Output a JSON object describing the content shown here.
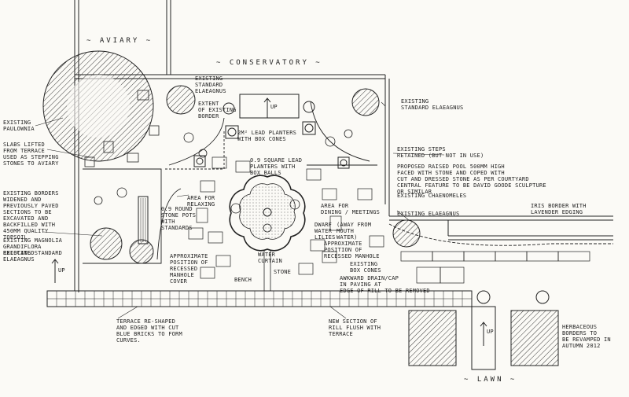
{
  "titles": {
    "aviary": "~ AVIARY ~",
    "conservatory": "~ CONSERVATORY ~",
    "lawn": "~ LAWN ~"
  },
  "labels": {
    "paulownia": "EXISTING\nPAULOWNIA",
    "slabs": "SLABS LIFTED\nFROM TERRACE\nUSED AS STEPPING\nSTONES TO AVIARY",
    "borders": "EXISTING BORDERS\nWIDENED AND\nPREVIOUSLY PAVED\nSECTIONS TO BE\nEXCAVATED AND\nBACKFILLED WITH\n450mm QUALITY\nTOPSOIL",
    "magnolia": "EXISTING MAGNOLIA\nGRANDIFLORA\nRELOCATED",
    "std_elaeagnus_left": "EXISTING STANDARD\nELAEAGNUS",
    "std_elaeagnus_top": "EXISTING\nSTANDARD\nELAEAGNUS",
    "extent_border": "EXTENT\nOF EXISTING\nBORDER",
    "lead_planters": "2m² LEAD PLANTERS\nWITH BOX CONES",
    "square_planters": "0.9 SQUARE LEAD\nPLANTERS WITH\nBOX BALLS",
    "area_relaxing": "AREA FOR\nRELAXING",
    "round_pots": "0.9 ROUND\nSTONE POTS\nWITH\nSTANDARDS",
    "manhole": "APPROXIMATE\nPOSITION OF\nRECESSED\nMANHOLE\nCOVER",
    "bench": "BENCH",
    "water_curtain": "WATER\nCURTAIN",
    "stone": "STONE",
    "area_dining": "AREA FOR\nDINING / MEETINGS",
    "dwarf_lilies": "DWARF\nWATER\nLILIES",
    "away_mouth": "(AWAY FROM\nMOUTH\nWATER)",
    "manhole_right": "APPROXIMATE\nPOSITION OF\nRECESSED MANHOLE",
    "box_cones": "EXISTING\nBOX CONES",
    "std_elaeagnus_right": "EXISTING\nSTANDARD ELAEAGNUS",
    "existing_steps": "EXISTING STEPS\nRETAINED (BUT NOT IN USE)",
    "raised_pool": "PROPOSED RAISED POOL 500mm HIGH\nFACED WITH STONE AND COPED WITH\nCUT AND DRESSED STONE AS PER COURTYARD\nCENTRAL FEATURE TO BE DAVID GOODE SCULPTURE\nOR SIMILAR",
    "chaenomeles": "EXISTING CHAENOMELES",
    "elaeagnus_mid": "EXISTING ELAEAGNUS",
    "iris_border": "IRIS BORDER WITH\nLAVENDER EDGING",
    "awkward_drain": "AWKWARD DRAIN/CAP\nIN PAVING AT\nEDGE OF RILL TO BE REMOVED",
    "terrace_reshaped": "TERRACE RE-SHAPED\nAND EDGED WITH CUT\nBLUE BRICKS TO FORM\nCURVES.",
    "rill_section": "NEW SECTION OF\nRILL FLUSH WITH\nTERRACE",
    "herbaceous": "HERBACEOUS\nBORDERS TO\nBE REVAMPED IN\nAUTUMN 2012",
    "up": "UP",
    "up2": "UP",
    "up3": "UP"
  },
  "colors": {
    "ink": "#222222",
    "paper": "#fbfaf6"
  }
}
